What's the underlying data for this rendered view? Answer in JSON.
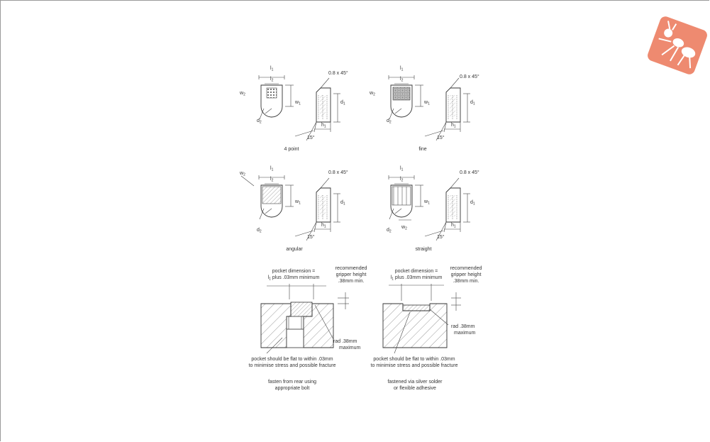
{
  "logo": {
    "icon": "ant-robot-logo-icon",
    "color": "#ee8a70"
  },
  "inserts": {
    "dim_l1": "l",
    "dim_l1_sub": "1",
    "dim_l2": "l",
    "dim_l2_sub": "2",
    "dim_w1": "w",
    "dim_w1_sub": "1",
    "dim_w2": "w",
    "dim_w2_sub": "2",
    "dim_d1": "d",
    "dim_d1_sub": "1",
    "dim_d2": "d",
    "dim_d2_sub": "2",
    "dim_h1": "h",
    "dim_h1_sub": "1",
    "chamfer": "0.8 x 45°",
    "angle": "15°",
    "captions": {
      "four_point": "4 point",
      "fine": "fine",
      "angular": "angular",
      "straight": "straight"
    }
  },
  "pockets": {
    "left": {
      "pocket_line1": "pocket dimension =",
      "pocket_line2": "l",
      "pocket_line2_sub": "1",
      "pocket_line2_rest": " plus .03mm minimum",
      "gripper_line1": "recommended",
      "gripper_line2": "gripper height",
      "gripper_line3": ".38mm min.",
      "rad_line1": "rad .38mm",
      "rad_line2": "maximum",
      "flat_line1": "pocket should be flat to within .03mm",
      "flat_line2": "to minimise stress and possible fracture",
      "fasten_line1": "fasten from rear using",
      "fasten_line2": "appropriate bolt"
    },
    "right": {
      "pocket_line1": "pocket dimension =",
      "pocket_line2": "l",
      "pocket_line2_sub": "1",
      "pocket_line2_rest": " plus .03mm minimum",
      "gripper_line1": "recommended",
      "gripper_line2": "gripper height",
      "gripper_line3": ".38mm min.",
      "rad_line1": "rad .38mm",
      "rad_line2": "maximum",
      "flat_line1": "pocket should be flat to within .03mm",
      "flat_line2": "to minimise stress and possible fracture",
      "fasten_line1": "fastened via silver solder",
      "fasten_line2": "or flexible adhesive"
    }
  }
}
